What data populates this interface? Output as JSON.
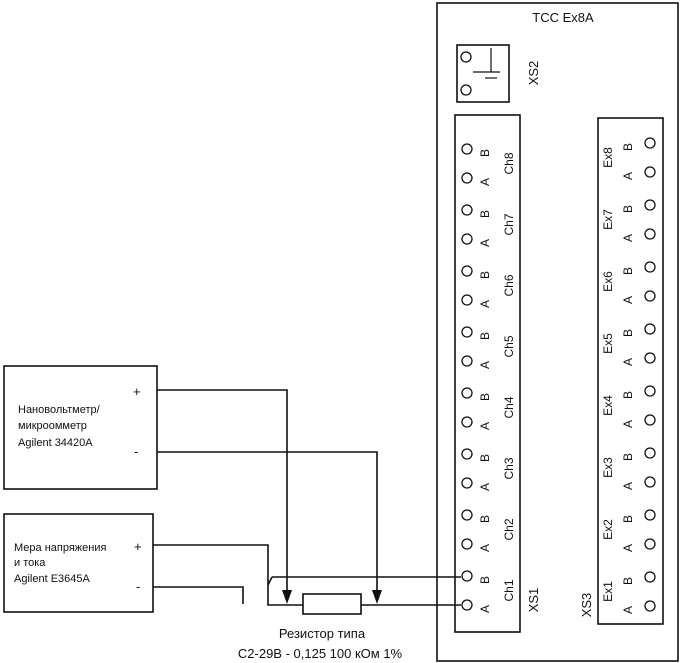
{
  "device": {
    "title": "ТСС Ex8A",
    "xs1_label": "XS1",
    "xs2_label": "XS2",
    "xs3_label": "XS3",
    "channels": [
      {
        "a": "A",
        "b": "B",
        "name": "Ch1"
      },
      {
        "a": "A",
        "b": "B",
        "name": "Ch2"
      },
      {
        "a": "A",
        "b": "B",
        "name": "Ch3"
      },
      {
        "a": "A",
        "b": "B",
        "name": "Ch4"
      },
      {
        "a": "A",
        "b": "B",
        "name": "Ch5"
      },
      {
        "a": "A",
        "b": "B",
        "name": "Ch6"
      },
      {
        "a": "A",
        "b": "B",
        "name": "Ch7"
      },
      {
        "a": "A",
        "b": "B",
        "name": "Ch8"
      }
    ],
    "excitations": [
      {
        "a": "A",
        "b": "B",
        "name": "Ex1"
      },
      {
        "a": "A",
        "b": "B",
        "name": "Ex2"
      },
      {
        "a": "A",
        "b": "B",
        "name": "Ex3"
      },
      {
        "a": "A",
        "b": "B",
        "name": "Ex4"
      },
      {
        "a": "A",
        "b": "B",
        "name": "Ex5"
      },
      {
        "a": "A",
        "b": "B",
        "name": "Ex6"
      },
      {
        "a": "A",
        "b": "B",
        "name": "Ex7"
      },
      {
        "a": "A",
        "b": "B",
        "name": "Ex8"
      }
    ]
  },
  "voltmeter": {
    "line1": "Нановольтметр/",
    "line2": "микроомметр",
    "line3": "Agilent 34420A",
    "plus": "+",
    "minus": "-"
  },
  "source": {
    "line1": "Мера напряжения",
    "line2": "и тока",
    "line3": "Agilent E3645A",
    "plus": "+",
    "minus": "-"
  },
  "resistor": {
    "line1": "Резистор типа",
    "line2": "С2-29В - 0,125 100 кОм  1%"
  }
}
